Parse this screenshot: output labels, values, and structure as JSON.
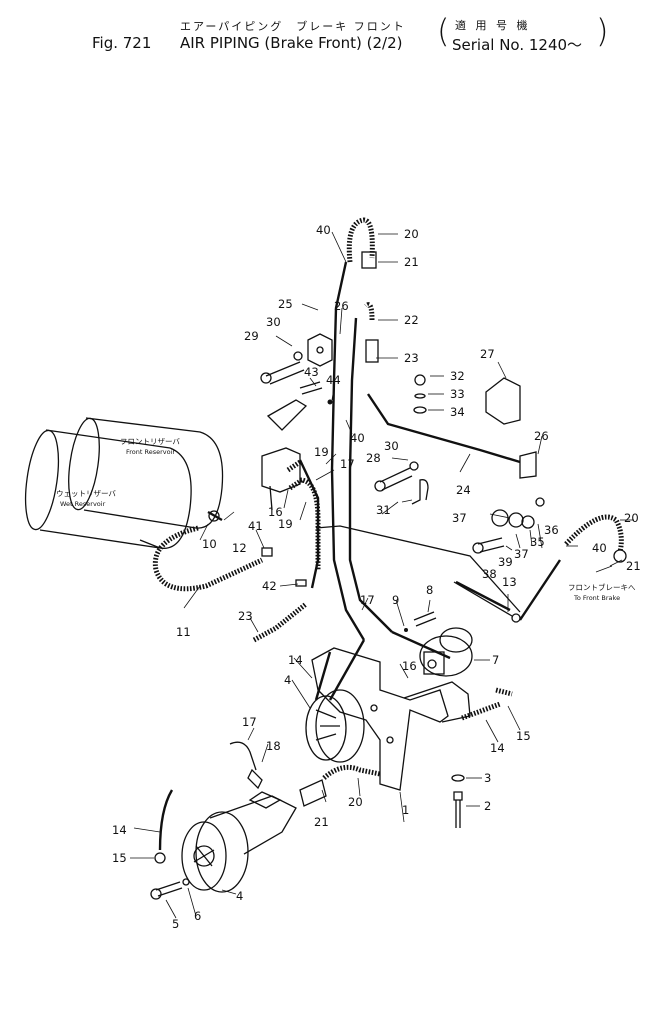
{
  "header": {
    "title_jp": "エアーパイピング　ブレーキ フロント",
    "fig_label": "Fig. 721",
    "title": "AIR  PIPING (Brake Front) (2/2)",
    "serial_jp": "適 用 号 機",
    "serial": "Serial No. 1240～",
    "paren_open": "(",
    "paren_close": ")"
  },
  "labels": {
    "front_reservoir_jp": "フロントリザーバ",
    "front_reservoir": "Front  Reservoir",
    "wet_reservoir_jp": "ウェットリザーバ",
    "wet_reservoir": "Wet  Reservoir",
    "to_front_brake_jp": "フロントブレーキへ",
    "to_front_brake": "To  Front  Brake"
  },
  "callouts": [
    "1",
    "2",
    "3",
    "4",
    "4",
    "5",
    "6",
    "7",
    "8",
    "9",
    "10",
    "11",
    "12",
    "13",
    "14",
    "14",
    "14",
    "15",
    "15",
    "16",
    "16",
    "17",
    "17",
    "17",
    "18",
    "19",
    "19",
    "20",
    "20",
    "20",
    "21",
    "21",
    "21",
    "22",
    "23",
    "23",
    "24",
    "25",
    "26",
    "26",
    "27",
    "28",
    "29",
    "30",
    "30",
    "31",
    "32",
    "33",
    "34",
    "35",
    "36",
    "37",
    "37",
    "38",
    "39",
    "40",
    "40",
    "40",
    "41",
    "42",
    "43",
    "44"
  ]
}
